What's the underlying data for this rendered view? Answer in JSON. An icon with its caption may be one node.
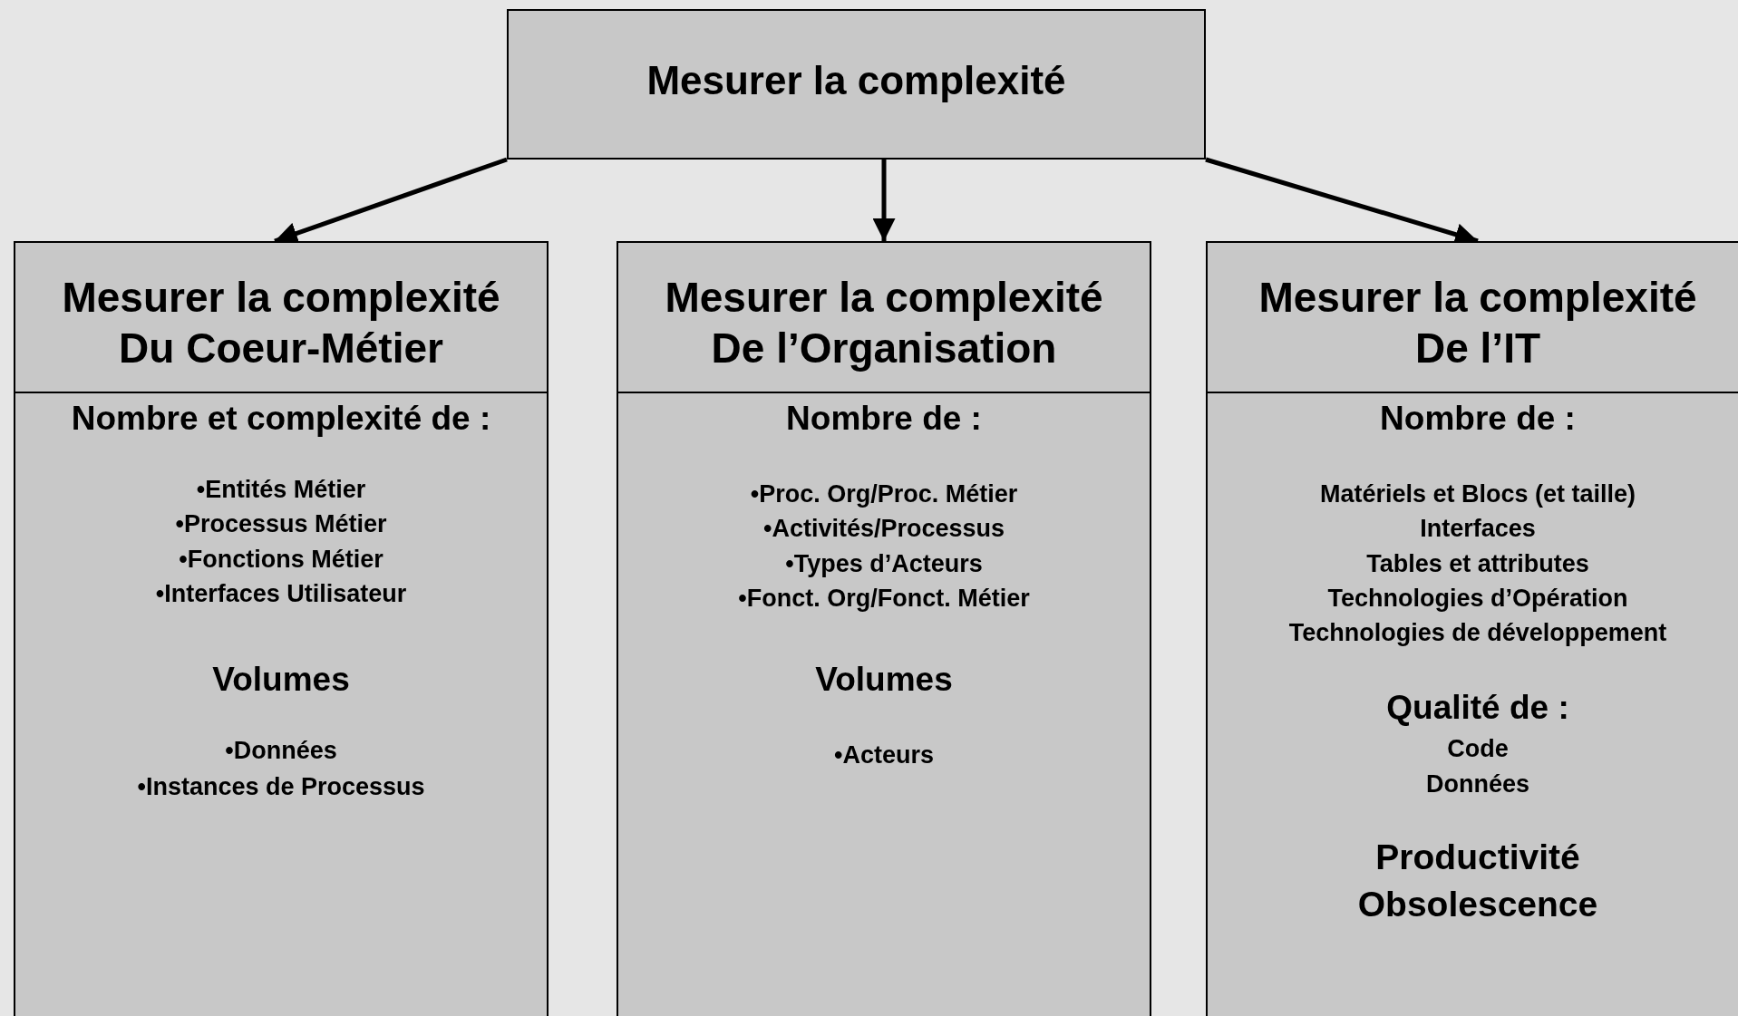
{
  "diagram": {
    "nodes": [
      {
        "text": [
          "Mesurer la complexité"
        ]
      },
      {
        "text": [
          "Mesurer la complexité Du Coeur-Métier",
          "Nombre et complexité de :",
          "•Entités Métier",
          "•Processus Métier",
          "•Fonctions Métier",
          "•Interfaces Utilisateur",
          "Volumes",
          "•Données",
          "•Instances de Processus"
        ]
      },
      {
        "text": [
          "Mesurer la complexité De l’Organisation",
          "Nombre de :",
          "•Proc. Org/Proc. Métier",
          "•Activités/Processus",
          "•Types d’Acteurs",
          "•Fonct. Org/Fonct. Métier",
          "Volumes",
          "•Acteurs"
        ]
      },
      {
        "text": [
          "Mesurer la complexité De l’IT",
          "Nombre de :",
          "Matériels et Blocs (et taille)",
          "Interfaces",
          "Tables et attributes",
          "Technologies d’Opération",
          "Technologies de développement",
          "Qualité de :",
          "Code",
          "Données",
          "Productivité Obsolescence"
        ]
      }
    ],
    "edges": [
      {
        "from": 0,
        "to": 1,
        "arrow": "to"
      },
      {
        "from": 0,
        "to": 2,
        "arrow": "to"
      },
      {
        "from": 0,
        "to": 3,
        "arrow": "to"
      }
    ]
  }
}
